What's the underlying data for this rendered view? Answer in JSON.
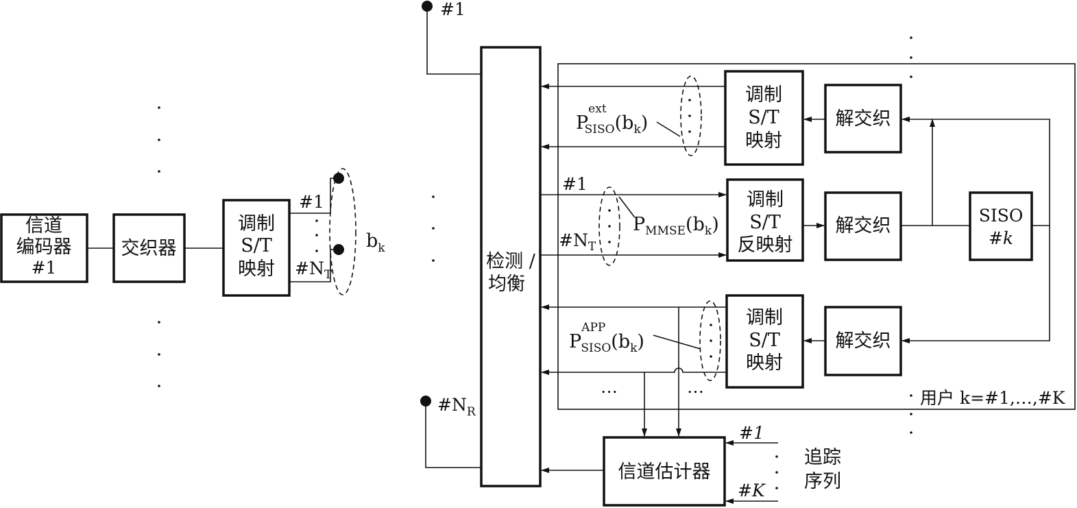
{
  "left": {
    "encoder": [
      "信道",
      "编码器",
      "#1"
    ],
    "interleaver": "交织器",
    "mapper": [
      "调制",
      "S/T",
      "映射"
    ],
    "port_first": "#1",
    "port_last_main": "#N",
    "port_last_sub": "T",
    "bk_main": "b",
    "bk_sub": "k"
  },
  "right": {
    "rx_first": "#1",
    "rx_last_main": "#N",
    "rx_last_sub": "R",
    "detector": [
      "检测 /",
      "均衡"
    ],
    "mapper_top": [
      "调制",
      "S/T",
      "映射"
    ],
    "demapper": [
      "调制",
      "S/T",
      "反映射"
    ],
    "mapper_bottom": [
      "调制",
      "S/T",
      "映射"
    ],
    "deinterleaver": "解交织",
    "siso": [
      "SISO",
      "#k"
    ],
    "ch_estimator": "信道估计器",
    "p_ext": {
      "main": "P",
      "sup": "ext",
      "sub": "SISO",
      "arg": "(b",
      "arg_sub": "k",
      "close": ")"
    },
    "p_mmse": {
      "main": "P",
      "sub": "MMSE",
      "arg": "(b",
      "arg_sub": "k",
      "close": ")"
    },
    "p_app": {
      "main": "P",
      "sup": "APP",
      "sub": "SISO",
      "arg": "(b",
      "arg_sub": "k",
      "close": ")"
    },
    "mmse_first": "#1",
    "mmse_last_main": "#N",
    "mmse_last_sub": "T",
    "ellipsis_left": "…",
    "ellipsis_right": "…",
    "user_label": "用户 k=#1,…,#K",
    "track_first": "#1",
    "track_last": "#K",
    "track_label": [
      "追踪",
      "序列"
    ]
  }
}
